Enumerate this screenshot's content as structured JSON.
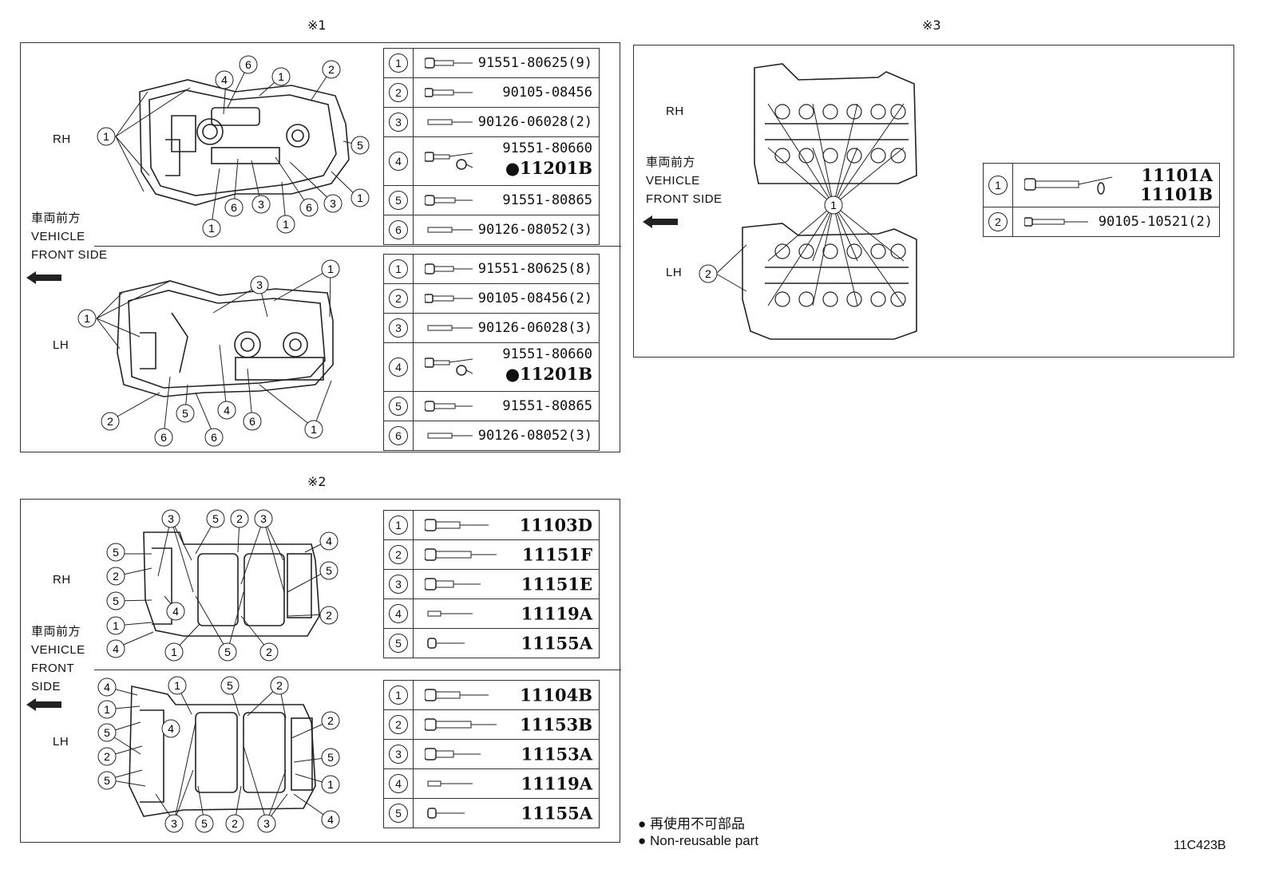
{
  "sections": {
    "s1": {
      "mark": "※1",
      "rh_label": "RH",
      "lh_label": "LH",
      "front": [
        "車両前方",
        "VEHICLE",
        "FRONT SIDE"
      ],
      "rh_parts": [
        {
          "n": "1",
          "part": "91551-80625(9)"
        },
        {
          "n": "2",
          "part": "90105-08456"
        },
        {
          "n": "3",
          "part": "90126-06028(2)"
        },
        {
          "n": "4",
          "part": "91551-80660",
          "part2": "●11201B"
        },
        {
          "n": "5",
          "part": "91551-80865"
        },
        {
          "n": "6",
          "part": "90126-08052(3)"
        }
      ],
      "lh_parts": [
        {
          "n": "1",
          "part": "91551-80625(8)"
        },
        {
          "n": "2",
          "part": "90105-08456(2)"
        },
        {
          "n": "3",
          "part": "90126-06028(3)"
        },
        {
          "n": "4",
          "part": "91551-80660",
          "part2": "●11201B"
        },
        {
          "n": "5",
          "part": "91551-80865"
        },
        {
          "n": "6",
          "part": "90126-08052(3)"
        }
      ]
    },
    "s2": {
      "mark": "※2",
      "rh_label": "RH",
      "lh_label": "LH",
      "front": [
        "車両前方",
        "VEHICLE",
        "FRONT",
        "SIDE"
      ],
      "rh_parts": [
        {
          "n": "1",
          "part": "11103D"
        },
        {
          "n": "2",
          "part": "11151F"
        },
        {
          "n": "3",
          "part": "11151E"
        },
        {
          "n": "4",
          "part": "11119A"
        },
        {
          "n": "5",
          "part": "11155A"
        }
      ],
      "lh_parts": [
        {
          "n": "1",
          "part": "11104B"
        },
        {
          "n": "2",
          "part": "11153B"
        },
        {
          "n": "3",
          "part": "11153A"
        },
        {
          "n": "4",
          "part": "11119A"
        },
        {
          "n": "5",
          "part": "11155A"
        }
      ]
    },
    "s3": {
      "mark": "※3",
      "rh_label": "RH",
      "lh_label": "LH",
      "front": [
        "車両前方",
        "VEHICLE",
        "FRONT SIDE"
      ],
      "parts": [
        {
          "n": "1",
          "part": "11101A",
          "part2": "11101B"
        },
        {
          "n": "2",
          "part": "90105-10521(2)"
        }
      ]
    }
  },
  "legend": {
    "line1": "● 再使用不可部品",
    "line2": "● Non-reusable part"
  },
  "figure_code": "11C423B"
}
